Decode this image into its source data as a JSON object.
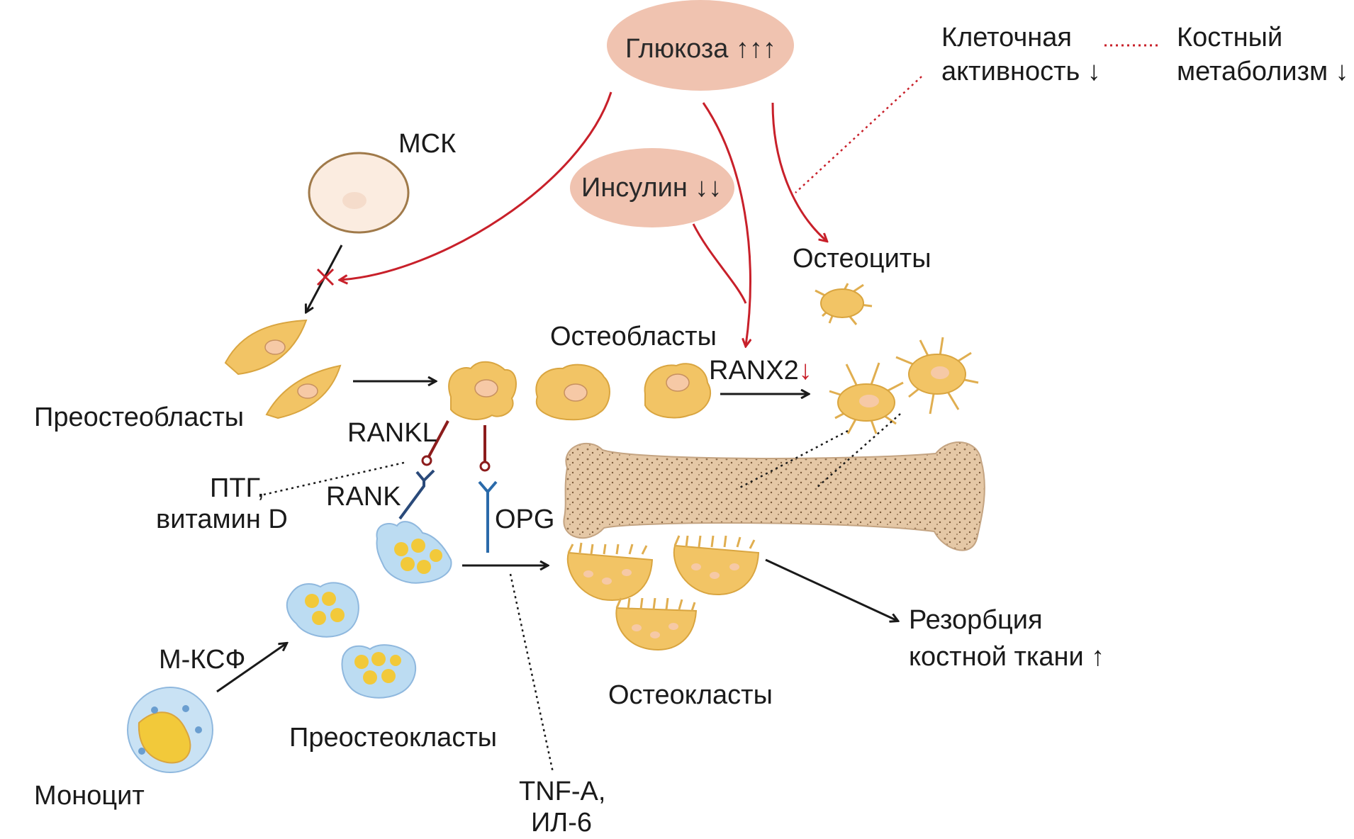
{
  "nodes": {
    "glucose": "Глюкоза ↑↑↑",
    "insulin": "Инсулин ↓↓",
    "msc": "МСК",
    "preosteoblasts": "Преостеобласты",
    "osteoblasts": "Остеобласты",
    "osteocytes": "Остеоциты",
    "ranx2": "RANX2",
    "ranx2_arrow": "↓",
    "rankl": "RANKL",
    "rank": "RANK",
    "opg": "OPG",
    "pth_line1": "ПТГ,",
    "pth_line2": "витамин D",
    "mcsf": "М-КСФ",
    "monocyte": "Моноцит",
    "preosteoclasts": "Преостеокласты",
    "osteoclasts": "Остеокласты",
    "tnf_line1": "TNF-A,",
    "tnf_line2": "ИЛ-6",
    "resorption_line1": "Резорбция",
    "resorption_line2": "костной ткани ↑"
  },
  "legend": {
    "left_line1": "Клеточная",
    "left_line2": "активность ↓",
    "right_line1": "Костный",
    "right_line2": "метаболизм ↓"
  },
  "colors": {
    "red_arrow": "#c8202a",
    "glucose_oval": "#f0c3b0",
    "cell_yellow": "#f2c465",
    "preosteoclast_blue": "#bcdcf2",
    "bone": "#e5c8a6",
    "rankl_bar": "#8c1c1c",
    "rank_receptor": "#2a4a7a"
  }
}
